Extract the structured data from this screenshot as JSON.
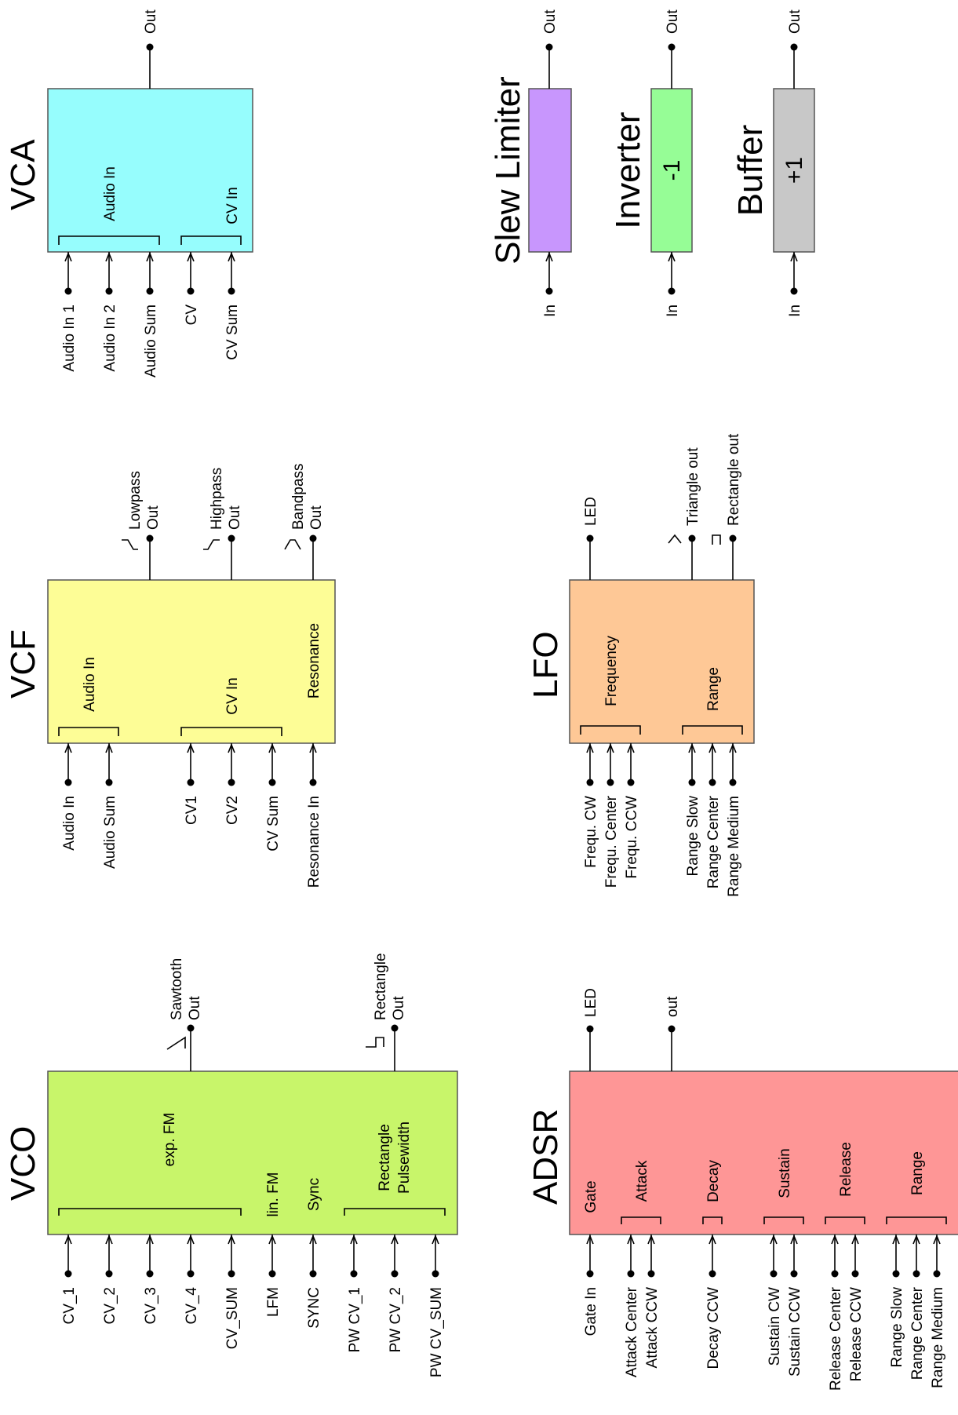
{
  "modules": {
    "vco": {
      "title": "VCO",
      "color": "#c8f56a",
      "inputs": [
        "CV_1",
        "CV_2",
        "CV_3",
        "CV_4",
        "CV_SUM",
        "LFM",
        "SYNC",
        "PW CV_1",
        "PW CV_2",
        "PW CV_SUM"
      ],
      "groups": [
        "exp. FM",
        "lin. FM",
        "Sync",
        "Rectangle",
        "Pulsewidth"
      ],
      "outputs": [
        [
          "Sawtooth",
          "Out"
        ],
        [
          "Rectangle",
          "Out"
        ]
      ]
    },
    "vcf": {
      "title": "VCF",
      "color": "#fdfd96",
      "inputs": [
        "Audio In",
        "Audio Sum",
        "CV1",
        "CV2",
        "CV Sum",
        "Resonance In"
      ],
      "groups": [
        "Audio In",
        "CV In",
        "Resonance"
      ],
      "outputs": [
        [
          "Lowpass",
          "Out"
        ],
        [
          "Highpass",
          "Out"
        ],
        [
          "Bandpass",
          "Out"
        ]
      ]
    },
    "vca": {
      "title": "VCA",
      "color": "#96fdfd",
      "inputs": [
        "Audio In 1",
        "Audio In 2",
        "Audio Sum",
        "CV",
        "CV Sum"
      ],
      "groups": [
        "Audio In",
        "CV In"
      ],
      "outputs": [
        "Out"
      ]
    },
    "adsr": {
      "title": "ADSR",
      "color": "#fe9696",
      "inputs": [
        "Gate In",
        "Attack Center",
        "Attack CCW",
        "Decay CCW",
        "Sustain CW",
        "Sustain CCW",
        "Release Center",
        "Release CCW",
        "Range Slow",
        "Range Center",
        "Range Medium"
      ],
      "groups": [
        "Gate",
        "Attack",
        "Decay",
        "Sustain",
        "Release",
        "Range"
      ],
      "outputs": [
        "LED",
        "out"
      ]
    },
    "lfo": {
      "title": "LFO",
      "color": "#fec896",
      "inputs": [
        "Frequ. CW",
        "Frequ. Center",
        "Frequ. CCW",
        "Range Slow",
        "Range Center",
        "Range Medium"
      ],
      "groups": [
        "Frequency",
        "Range"
      ],
      "outputs": [
        "LED",
        "Triangle out",
        "Rectangle out"
      ]
    },
    "slew": {
      "title": "Slew Limiter",
      "color": "#c896fd",
      "input": "In",
      "output": "Out",
      "symbol": ""
    },
    "inverter": {
      "title": "Inverter",
      "color": "#96fd96",
      "input": "In",
      "output": "Out",
      "symbol": "-1"
    },
    "buffer": {
      "title": "Buffer",
      "color": "#c8c8c8",
      "input": "In",
      "output": "Out",
      "symbol": "+1"
    }
  }
}
